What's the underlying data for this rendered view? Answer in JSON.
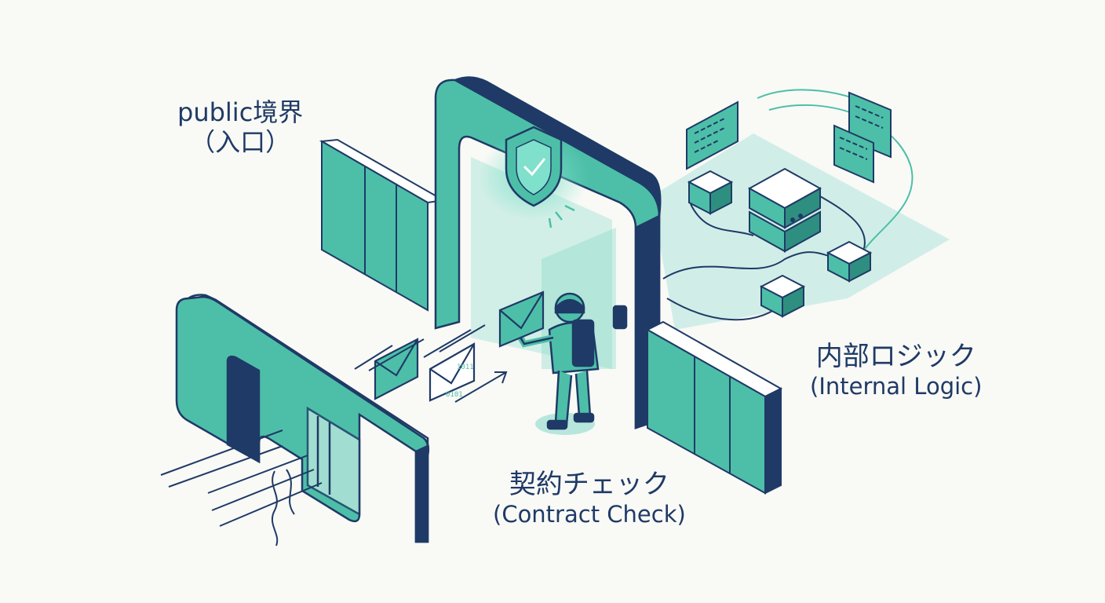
{
  "labels": {
    "public_boundary": {
      "jp": "public境界",
      "sub": "（入口）"
    },
    "internal_logic": {
      "jp": "内部ロジック",
      "en": "(Internal Logic)"
    },
    "contract_check": {
      "jp": "契約チェック",
      "en": "(Contract Check)"
    }
  },
  "icons": [
    "shield-check-icon",
    "envelope-icon",
    "server-icon",
    "document-icon",
    "worker-icon"
  ],
  "colors": {
    "teal": "#4dbfa8",
    "teal_light": "#b7e6dc",
    "navy": "#1f3a66",
    "background": "#f9f9f6"
  }
}
